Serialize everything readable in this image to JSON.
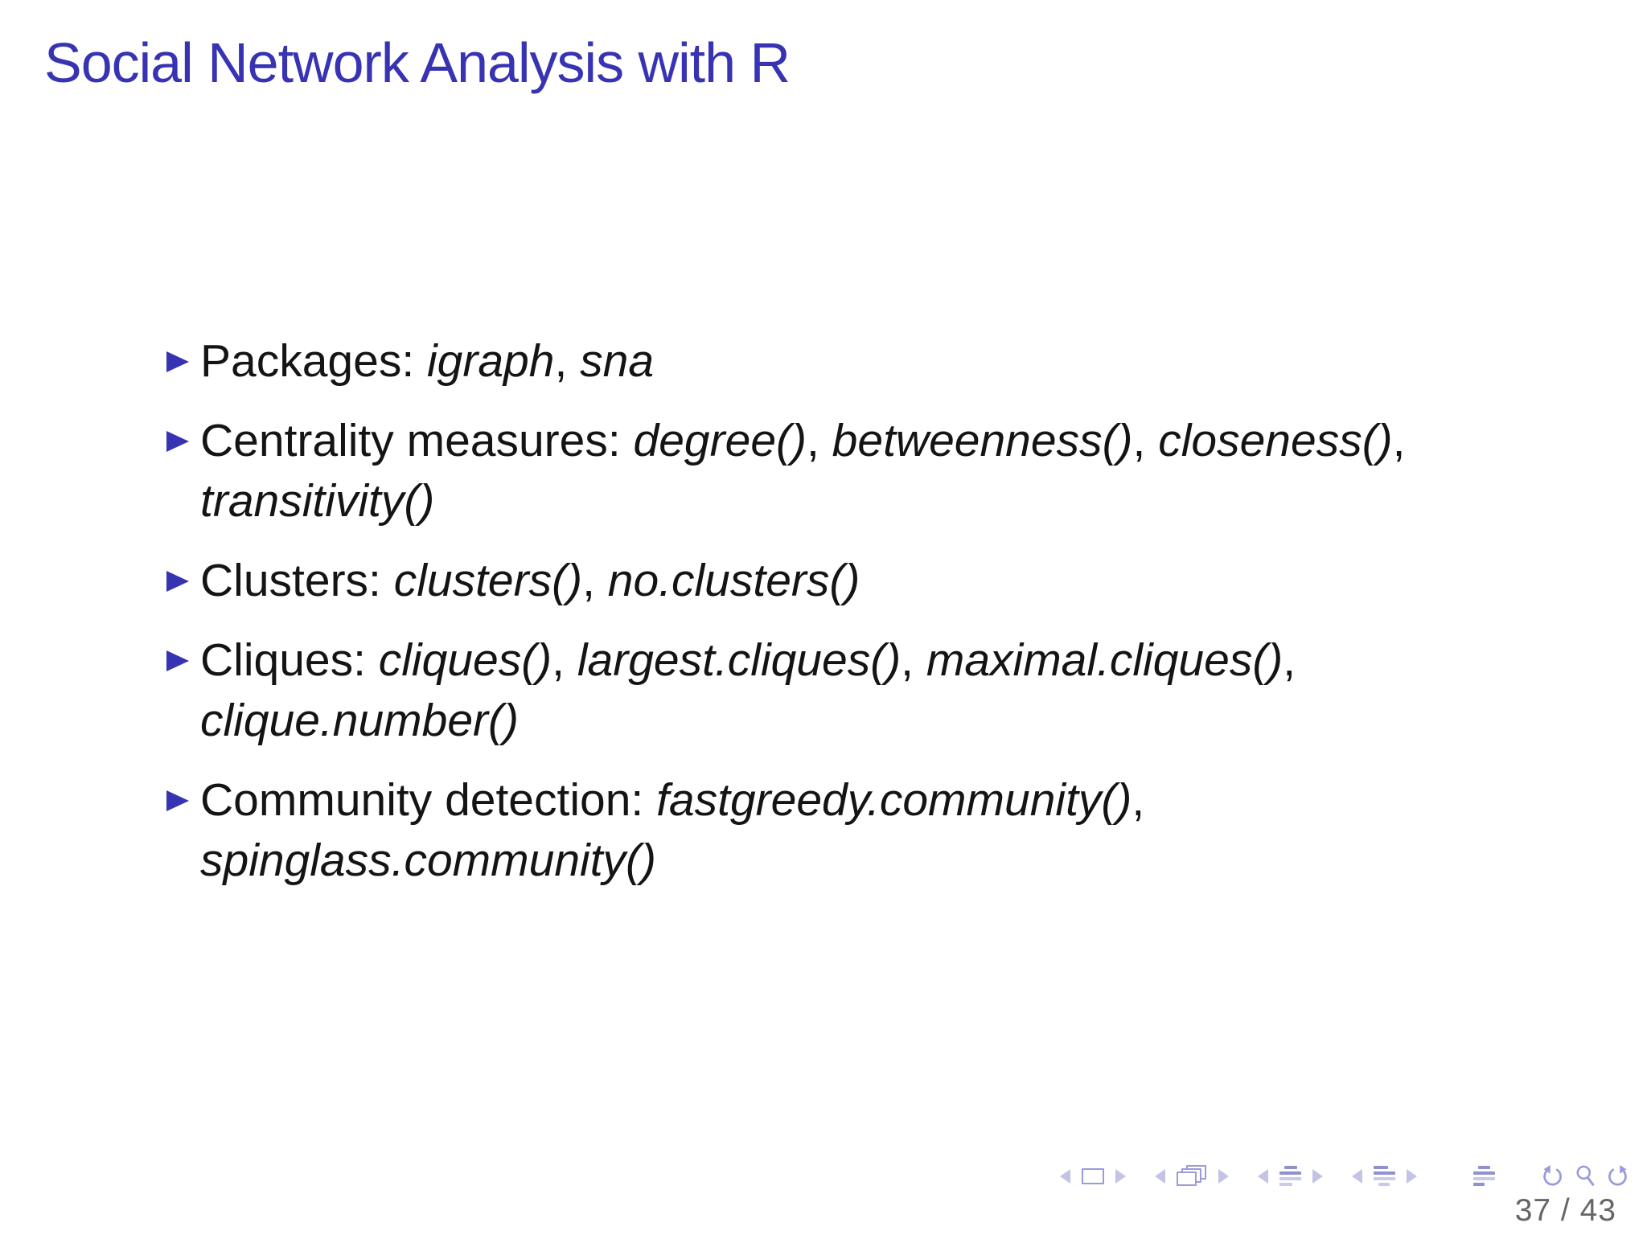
{
  "slide": {
    "title": "Social Network Analysis with R",
    "background_color": "#ffffff"
  },
  "colors": {
    "accent_blue": "#3733b3",
    "body_text": "#141414",
    "nav_icon": "#9b9bd9",
    "nav_icon_light": "#cacaea",
    "page_number_gray": "#666666"
  },
  "bullets": [
    {
      "lines": [
        [
          {
            "t": "Packages: ",
            "i": false
          },
          {
            "t": "igraph",
            "i": true
          },
          {
            "t": ", ",
            "i": false
          },
          {
            "t": "sna",
            "i": true
          }
        ]
      ]
    },
    {
      "lines": [
        [
          {
            "t": "Centrality measures: ",
            "i": false
          },
          {
            "t": "degree()",
            "i": true
          },
          {
            "t": ", ",
            "i": false
          },
          {
            "t": "betweenness()",
            "i": true
          },
          {
            "t": ", ",
            "i": false
          },
          {
            "t": "closeness()",
            "i": true
          },
          {
            "t": ",",
            "i": false
          }
        ],
        [
          {
            "t": "transitivity()",
            "i": true
          }
        ]
      ]
    },
    {
      "lines": [
        [
          {
            "t": "Clusters: ",
            "i": false
          },
          {
            "t": "clusters()",
            "i": true
          },
          {
            "t": ", ",
            "i": false
          },
          {
            "t": "no.clusters()",
            "i": true
          }
        ]
      ]
    },
    {
      "lines": [
        [
          {
            "t": "Cliques: ",
            "i": false
          },
          {
            "t": "cliques()",
            "i": true
          },
          {
            "t": ", ",
            "i": false
          },
          {
            "t": "largest.cliques()",
            "i": true
          },
          {
            "t": ", ",
            "i": false
          },
          {
            "t": "maximal.cliques()",
            "i": true
          },
          {
            "t": ",",
            "i": false
          }
        ],
        [
          {
            "t": "clique.number()",
            "i": true
          }
        ]
      ]
    },
    {
      "lines": [
        [
          {
            "t": "Community detection: ",
            "i": false
          },
          {
            "t": "fastgreedy.community()",
            "i": true
          },
          {
            "t": ",",
            "i": false
          }
        ],
        [
          {
            "t": "spinglass.community()",
            "i": true
          }
        ]
      ]
    }
  ],
  "nav": {
    "page_label": "37 / 43",
    "groups": [
      {
        "name": "slide-nav",
        "icons": [
          "prev-slide",
          "slide",
          "next-slide"
        ]
      },
      {
        "name": "frame-nav",
        "icons": [
          "prev-frame",
          "frame",
          "next-frame"
        ]
      },
      {
        "name": "subsection-nav",
        "icons": [
          "prev-subsection",
          "subsection",
          "next-subsection"
        ]
      },
      {
        "name": "section-nav",
        "icons": [
          "prev-section",
          "section",
          "next-section"
        ]
      },
      {
        "name": "presentation-nav",
        "icons": [
          "presentation"
        ]
      },
      {
        "name": "doc-nav",
        "icons": [
          "back",
          "find",
          "forward"
        ]
      }
    ]
  }
}
